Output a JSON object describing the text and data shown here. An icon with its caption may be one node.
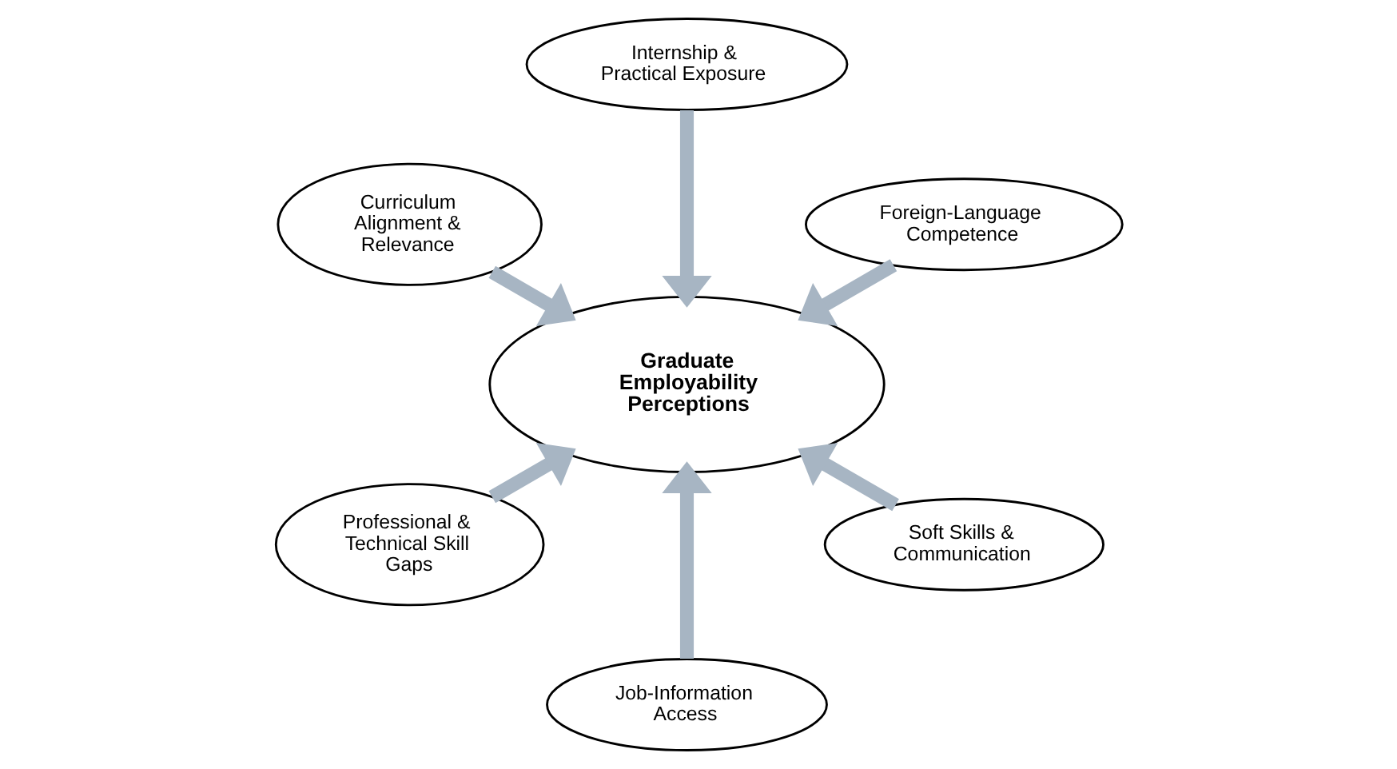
{
  "diagram": {
    "nodes": [
      {
        "text": [
          "Foreign-Language Competence"
        ]
      },
      {
        "text": [
          "Soft Skills & Communication"
        ]
      },
      {
        "text": [
          "Internship & Practical Exposure"
        ]
      },
      {
        "text": [
          "Graduate Employability Perceptions"
        ]
      },
      {
        "text": [
          "Job-Information Access"
        ]
      },
      {
        "text": [
          "Curriculum Alignment & Relevance"
        ]
      },
      {
        "text": [
          "Professional & Technical Skill Gaps"
        ]
      }
    ],
    "edges": [
      {
        "from": 0,
        "to": 3,
        "arrow": "to"
      },
      {
        "from": 1,
        "to": 3,
        "arrow": "to"
      },
      {
        "from": 2,
        "to": 3,
        "arrow": "to"
      },
      {
        "from": 4,
        "to": 3,
        "arrow": "to"
      },
      {
        "from": 6,
        "to": 3,
        "arrow": "to"
      },
      {
        "from": 5,
        "to": 3,
        "arrow": "to"
      }
    ]
  }
}
